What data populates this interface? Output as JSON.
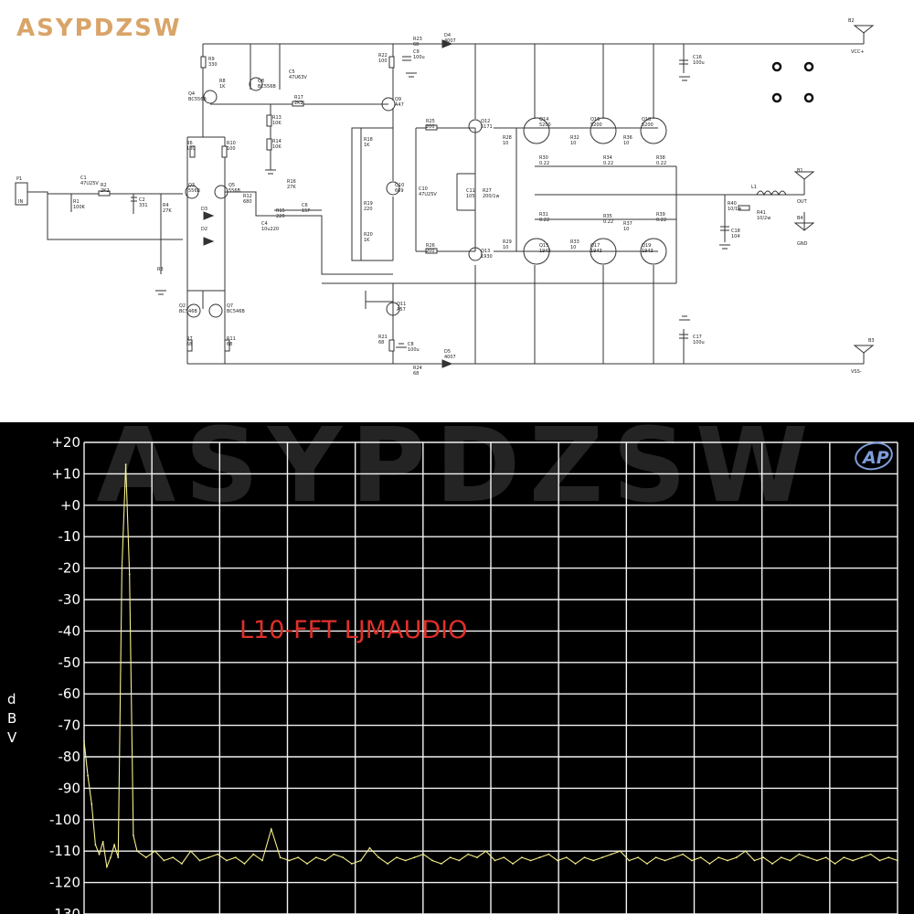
{
  "brand": "ASYPDZSW",
  "watermark": "ASYPDZSW",
  "schematic": {
    "terminals": {
      "vcc": "VCC+",
      "vss": "VSS-",
      "out": "OUT",
      "gnd": "GND",
      "input": "IN",
      "b2": "B2",
      "b3": "B3",
      "b1": "B1",
      "b4": "B4",
      "p1": "P1"
    },
    "components": [
      {
        "ref": "R9",
        "value": "330"
      },
      {
        "ref": "R8",
        "value": "1K"
      },
      {
        "ref": "Q4",
        "value": "BC556B"
      },
      {
        "ref": "Q8",
        "value": "BC556B"
      },
      {
        "ref": "C5",
        "value": "47U63V"
      },
      {
        "ref": "R17",
        "value": "2K2"
      },
      {
        "ref": "R13",
        "value": "10K"
      },
      {
        "ref": "R14",
        "value": "10K"
      },
      {
        "ref": "R22",
        "value": "100"
      },
      {
        "ref": "C9",
        "value": "100u"
      },
      {
        "ref": "R23",
        "value": "68"
      },
      {
        "ref": "D4",
        "value": "4007"
      },
      {
        "ref": "Q9",
        "value": "A47"
      },
      {
        "ref": "R6",
        "value": "100"
      },
      {
        "ref": "R10",
        "value": "100"
      },
      {
        "ref": "C1",
        "value": "47U25V"
      },
      {
        "ref": "R1",
        "value": "100K"
      },
      {
        "ref": "R2",
        "value": "2K2"
      },
      {
        "ref": "C2",
        "value": "331"
      },
      {
        "ref": "R4",
        "value": "27K"
      },
      {
        "ref": "Q3",
        "value": "556B"
      },
      {
        "ref": "Q5",
        "value": "556B"
      },
      {
        "ref": "R12",
        "value": "680"
      },
      {
        "ref": "R16",
        "value": "27K"
      },
      {
        "ref": "R15",
        "value": "220"
      },
      {
        "ref": "C6",
        "value": "15P"
      },
      {
        "ref": "C4",
        "value": "10u220"
      },
      {
        "ref": "D3",
        "value": ""
      },
      {
        "ref": "D2",
        "value": ""
      },
      {
        "ref": "R25",
        "value": "200"
      },
      {
        "ref": "R18",
        "value": "1K"
      },
      {
        "ref": "Q10",
        "value": "669"
      },
      {
        "ref": "R19",
        "value": "220"
      },
      {
        "ref": "R20",
        "value": "1K"
      },
      {
        "ref": "C10",
        "value": "47U25V"
      },
      {
        "ref": "C11",
        "value": "105"
      },
      {
        "ref": "R27",
        "value": "200/1w"
      },
      {
        "ref": "Q12",
        "value": "5171"
      },
      {
        "ref": "Q13",
        "value": "1930"
      },
      {
        "ref": "R26",
        "value": "200"
      },
      {
        "ref": "Q14",
        "value": "5200"
      },
      {
        "ref": "Q16",
        "value": "5200"
      },
      {
        "ref": "Q18",
        "value": "5200"
      },
      {
        "ref": "Q15",
        "value": "1943"
      },
      {
        "ref": "Q17",
        "value": "1943"
      },
      {
        "ref": "Q19",
        "value": "1943"
      },
      {
        "ref": "R28",
        "value": "10"
      },
      {
        "ref": "R32",
        "value": "10"
      },
      {
        "ref": "R36",
        "value": "10"
      },
      {
        "ref": "R29",
        "value": "10"
      },
      {
        "ref": "R33",
        "value": "10"
      },
      {
        "ref": "R37",
        "value": "10"
      },
      {
        "ref": "R30",
        "value": "0.22"
      },
      {
        "ref": "R34",
        "value": "0.22"
      },
      {
        "ref": "R38",
        "value": "0.22"
      },
      {
        "ref": "R31",
        "value": "0.22"
      },
      {
        "ref": "R35",
        "value": "0.22"
      },
      {
        "ref": "R39",
        "value": "0.22"
      },
      {
        "ref": "C16",
        "value": "100u"
      },
      {
        "ref": "C17",
        "value": "100u"
      },
      {
        "ref": "R40",
        "value": "10/1w"
      },
      {
        "ref": "L1",
        "value": ""
      },
      {
        "ref": "R41",
        "value": "10/2w"
      },
      {
        "ref": "C18",
        "value": "104"
      },
      {
        "ref": "Q2",
        "value": "BC546B"
      },
      {
        "ref": "Q7",
        "value": "BC546B"
      },
      {
        "ref": "R7",
        "value": "68"
      },
      {
        "ref": "R11",
        "value": "68"
      },
      {
        "ref": "R3",
        "value": ""
      },
      {
        "ref": "Q11",
        "value": "A57"
      },
      {
        "ref": "R21",
        "value": "68"
      },
      {
        "ref": "C8",
        "value": "100u"
      },
      {
        "ref": "R24",
        "value": "68"
      },
      {
        "ref": "D5",
        "value": "4007"
      }
    ]
  },
  "fft": {
    "caption": "L10-FFT  LJMAUDIO",
    "logo": "AP",
    "ylabel_chars": [
      "d",
      "B",
      "V"
    ],
    "colors": {
      "trace": "#f5ef8c",
      "grid": "#f2f2f2",
      "caption": "#e0302a",
      "logo": "#7f9ddb"
    }
  },
  "chart_data": {
    "type": "line",
    "title": "",
    "ylabel": "dBV",
    "xlabel": "",
    "yticks": [
      "+20",
      "+10",
      "+0",
      "-10",
      "-20",
      "-30",
      "-40",
      "-50",
      "-60",
      "-70",
      "-80",
      "-90",
      "-100",
      "-110",
      "-120",
      "-130"
    ],
    "ylim": [
      -130,
      20
    ],
    "x_divisions": 12,
    "grid": true,
    "series": [
      {
        "values": [
          -75,
          -86,
          -95,
          -108,
          -111,
          -107,
          -115,
          -112,
          -108,
          -112,
          -20,
          13,
          -22,
          -105,
          -110,
          -112,
          -110,
          -113,
          -112,
          -114,
          -110,
          -113,
          -112,
          -111,
          -113,
          -112,
          -114,
          -111,
          -113,
          -103,
          -112,
          -113,
          -112,
          -114,
          -112,
          -113,
          -111,
          -112,
          -114,
          -113,
          -109,
          -112,
          -114,
          -112,
          -113,
          -112,
          -111,
          -113,
          -114,
          -112,
          -113,
          -111,
          -112,
          -110,
          -113,
          -112,
          -114,
          -112,
          -113,
          -112,
          -111,
          -113,
          -112,
          -114,
          -112,
          -113,
          -112,
          -111,
          -110,
          -113,
          -112,
          -114,
          -112,
          -113,
          -112,
          -111,
          -113,
          -112,
          -114,
          -112,
          -113,
          -112,
          -110,
          -113,
          -112,
          -114,
          -112,
          -113,
          -111,
          -112,
          -113,
          -112,
          -114,
          -112,
          -113,
          -112,
          -111,
          -113,
          -112,
          -113
        ]
      }
    ]
  }
}
